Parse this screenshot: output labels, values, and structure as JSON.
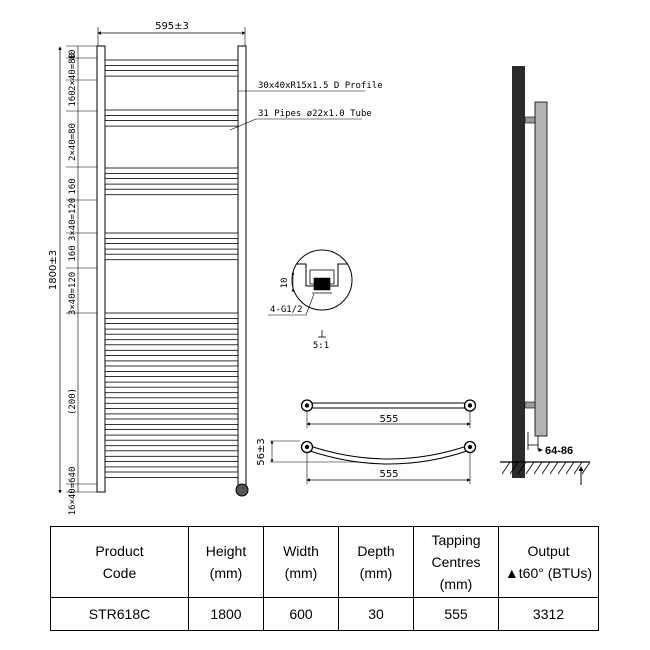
{
  "front_view": {
    "width_dim": "595±3",
    "height_dim": "1800±3",
    "callout_profile": "30x40xR15x1.5 D Profile",
    "callout_pipes": "31 Pipes ø22x1.0 Tube",
    "dims": [
      "40",
      "2×40=80",
      "160",
      "2×40=80",
      "160",
      "3×40=120",
      "160",
      "3×40=120",
      "(200)",
      "16×40=640",
      "40"
    ]
  },
  "detail": {
    "dim_10": "10",
    "thread": "4-G1/2",
    "scale": "5:1"
  },
  "top_views": {
    "straight_dim": "555",
    "curved_dim": "555",
    "bow_dim": "56±3"
  },
  "side_view": {
    "wall_gap": "64-86"
  },
  "table": {
    "headers": [
      "Product\nCode",
      "Height\n(mm)",
      "Width\n(mm)",
      "Depth\n(mm)",
      "Tapping\nCentres\n(mm)",
      "▲t60° (BTUs)"
    ],
    "output_header_top": "Output",
    "row": [
      "STR618C",
      "1800",
      "600",
      "30",
      "555",
      "3312"
    ]
  }
}
